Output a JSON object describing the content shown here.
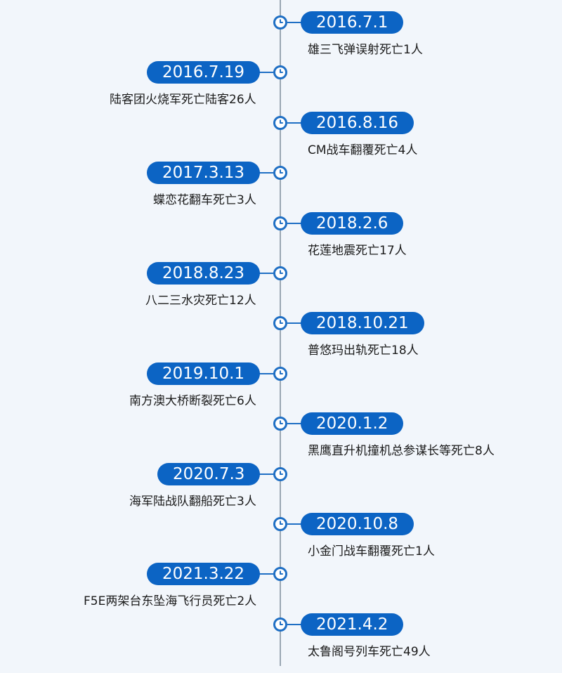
{
  "events": [
    {
      "date": "2016.7.1",
      "desc": "雄三飞弹误射死亡1人"
    },
    {
      "date": "2016.7.19",
      "desc": "陆客团火烧军死亡陆客26人"
    },
    {
      "date": "2016.8.16",
      "desc": "CM战车翻覆死亡4人"
    },
    {
      "date": "2017.3.13",
      "desc": "蝶恋花翻车死亡3人"
    },
    {
      "date": "2018.2.6",
      "desc": "花莲地震死亡17人"
    },
    {
      "date": "2018.8.23",
      "desc": "八二三水灾死亡12人"
    },
    {
      "date": "2018.10.21",
      "desc": "普悠玛出轨死亡18人"
    },
    {
      "date": "2019.10.1",
      "desc": "南方澳大桥断裂死亡6人"
    },
    {
      "date": "2020.1.2",
      "desc": "黑鹰直升机撞机总参谋长等死亡8人"
    },
    {
      "date": "2020.7.3",
      "desc": "海军陆战队翻船死亡3人"
    },
    {
      "date": "2020.10.8",
      "desc": "小金门战车翻覆死亡1人"
    },
    {
      "date": "2021.3.22",
      "desc": "F5E两架台东坠海飞行员死亡2人"
    },
    {
      "date": "2021.4.2",
      "desc": "太鲁阁号列车死亡49人"
    }
  ],
  "colors": {
    "pill": "#0c64c4",
    "axis": "#9aa7b3",
    "icon": "#1f6fc4"
  }
}
